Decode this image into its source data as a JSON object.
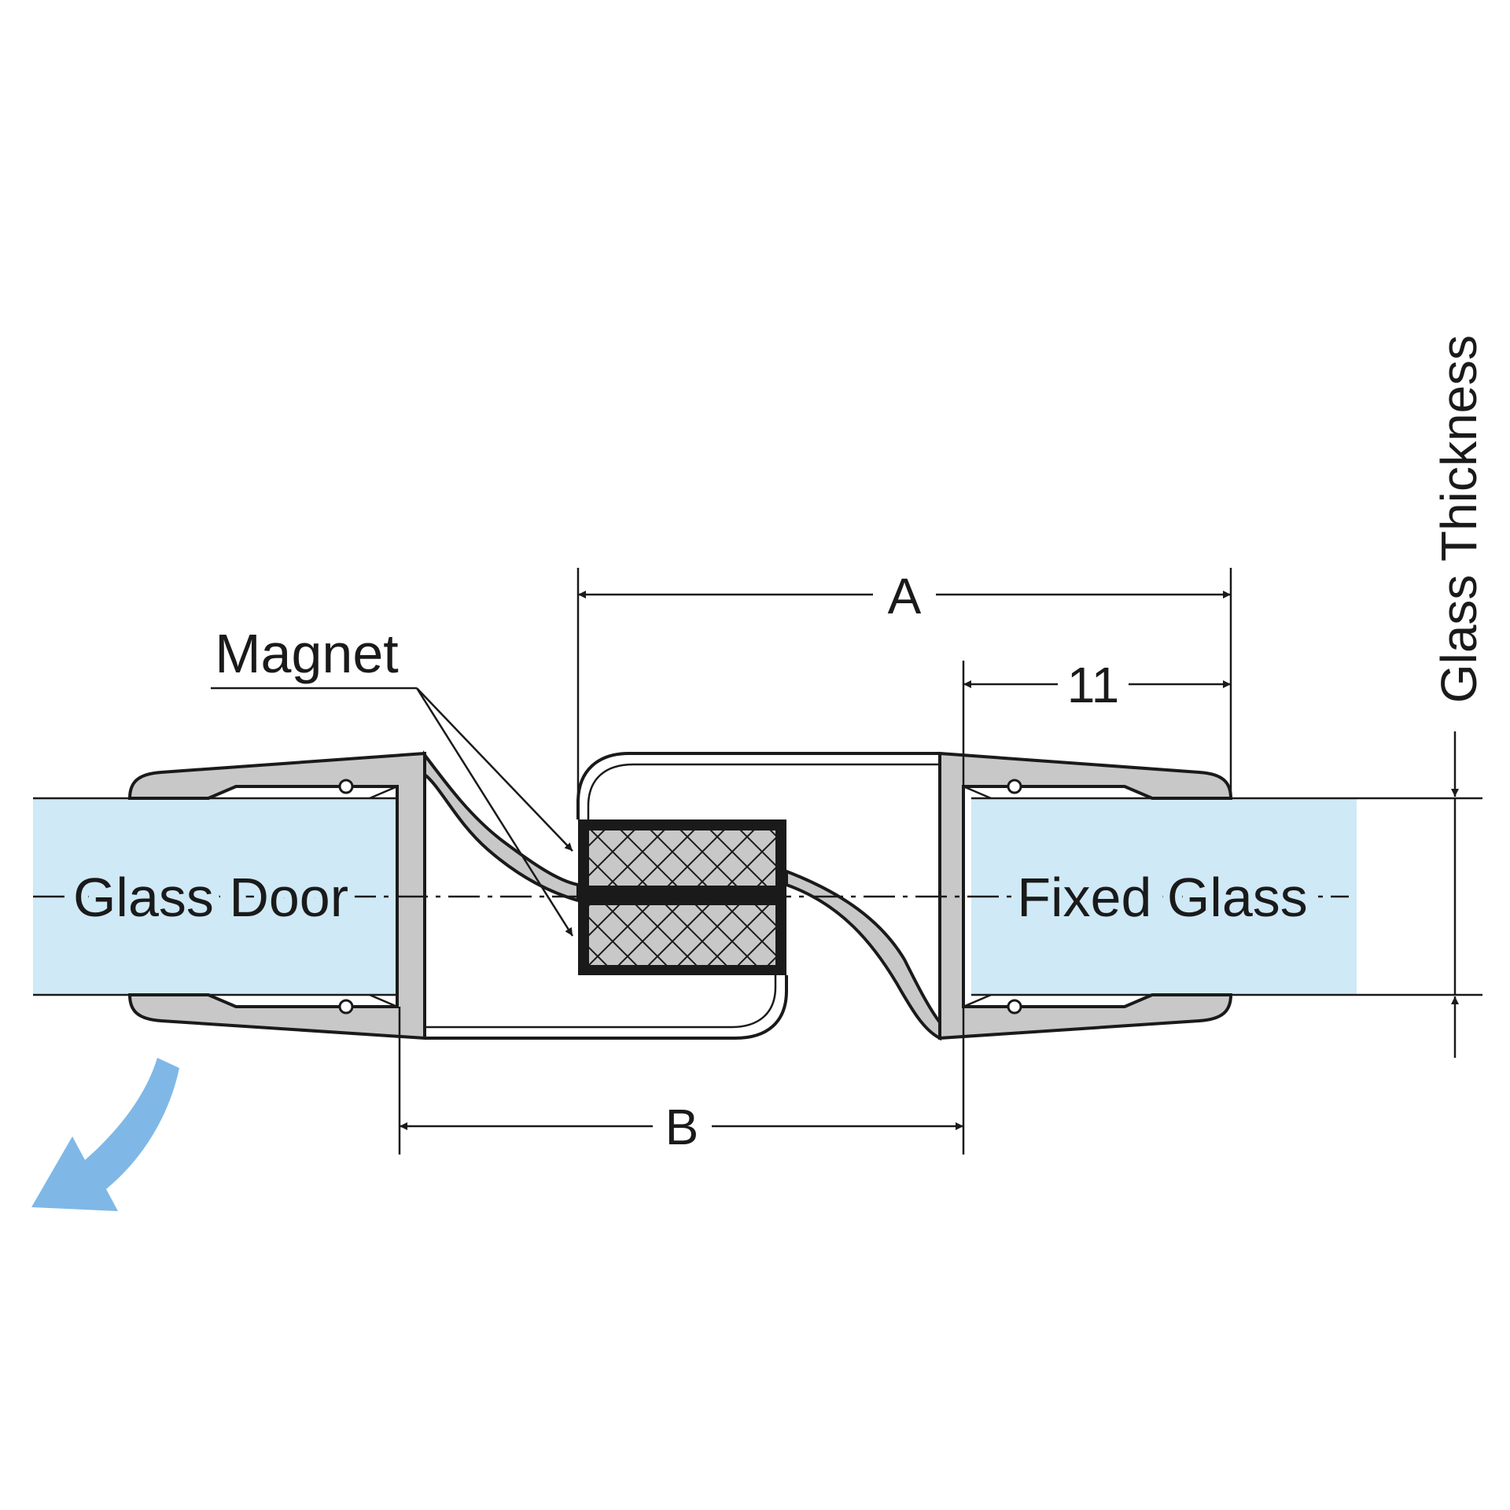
{
  "labels": {
    "glass_door": "Glass Door",
    "fixed_glass": "Fixed Glass",
    "magnet": "Magnet",
    "dim_a": "A",
    "dim_b": "B",
    "dim_11": "11",
    "glass_thickness": "Glass Thickness"
  },
  "colors": {
    "glass": "#cfe9f6",
    "profile": "#c8c8c8",
    "magnet_fill": "#c8c8c8",
    "line": "#1a1a1a",
    "swing_arrow": "#7fb8e6"
  },
  "icons": {
    "swing": "curved-arrow-icon"
  }
}
